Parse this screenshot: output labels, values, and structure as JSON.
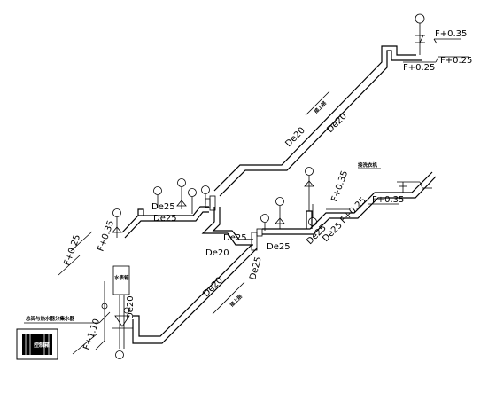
{
  "pipe_sizes": {
    "de20_top": "De20",
    "de20_top_b": "De20",
    "de20_bottom": "De20",
    "de20_lower": "De20",
    "de20_vertical": "De20",
    "de25_left_a": "De25",
    "de25_left_b": "De25",
    "de25_mid": "De25",
    "de25_mid_b": "De25",
    "de25_right": "De25",
    "de25_right_b": "De25",
    "de25_lower": "De25"
  },
  "elevations": {
    "top_a": "F+0.35",
    "top_b": "F+0.25",
    "top_c": "F+0.25",
    "right_a": "F+0.35",
    "right_b": "F+0.35",
    "right_c": "F+0.25",
    "left_a": "F+0.35",
    "left_b": "F+0.25",
    "bottom": "F+1.10"
  },
  "labels": {
    "flow_top": "接上层",
    "flow_bottom": "接上层",
    "right_note": "接洗衣机",
    "meter_box_note": "水表箱",
    "left_note": "总阀与热水器分集水器",
    "cabinet_label": "控制箱"
  }
}
